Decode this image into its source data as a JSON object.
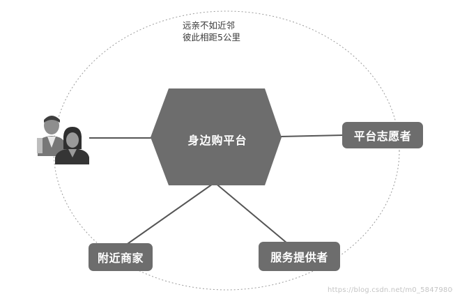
{
  "caption": {
    "line1": "远亲不如近邻",
    "line2": "彼此相距5公里"
  },
  "hub": {
    "label": "身边购平台",
    "fill": "#6d6d6d"
  },
  "nodes": {
    "volunteer": "平台志愿者",
    "merchant": "附近商家",
    "provider": "服务提供者"
  },
  "user_icon": "couple-users-icon",
  "watermark": "https://blog.csdn.net/m0_58479800",
  "colors": {
    "node_fill": "#6d6d6d",
    "line": "#555555",
    "circle": "#9a9a9a",
    "text_on_node": "#ffffff"
  }
}
